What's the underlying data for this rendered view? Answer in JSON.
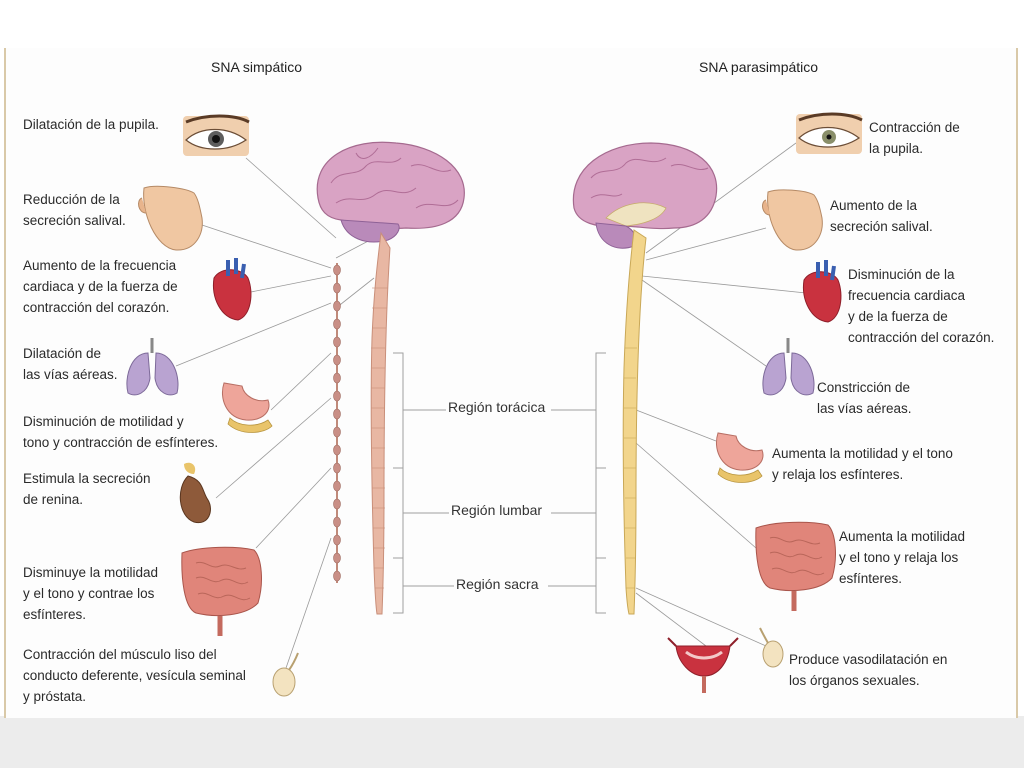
{
  "titles": {
    "sympathetic": "SNA simpático",
    "parasympathetic": "SNA parasimpático"
  },
  "regions": {
    "thoracic": "Región torácica",
    "lumbar": "Región lumbar",
    "sacral": "Región sacra"
  },
  "sympathetic_effects": [
    "Dilatación de la pupila.",
    "Reducción de la\nsecreción salival.",
    "Aumento de la frecuencia\ncardiaca y de la fuerza de\ncontracción del corazón.",
    "Dilatación de\nlas vías aéreas.",
    "Disminución de motilidad y\ntono y contracción de esfínteres.",
    "Estimula la secreción\nde renina.",
    "Disminuye la motilidad\ny el tono y contrae los\nesfínteres.",
    "Contracción del músculo liso del\nconducto deferente, vesícula seminal\ny próstata."
  ],
  "parasympathetic_effects": [
    "Contracción de\nla pupila.",
    "Aumento de la\nsecreción salival.",
    "Disminución de la\nfrecuencia cardiaca\ny de la fuerza de\ncontracción del corazón.",
    "Constricción de\nlas vías aéreas.",
    "Aumenta la motilidad y el tono\ny relaja los esfínteres.",
    "Aumenta la motilidad\ny el tono y relaja los\nesfínteres.",
    "Produce vasodilatación en\nlos órganos sexuales."
  ],
  "colors": {
    "brain": "#d9a3c4",
    "brain_dark": "#b57a9f",
    "spinal_cord_symp": "#e8b7a3",
    "spinal_cord_para": "#f2d58c",
    "heart": "#c9323f",
    "lungs": "#b9a3d1",
    "stomach": "#eea59a",
    "intestine": "#e0857a",
    "kidney": "#8e5a3a",
    "bracket": "#999999"
  }
}
